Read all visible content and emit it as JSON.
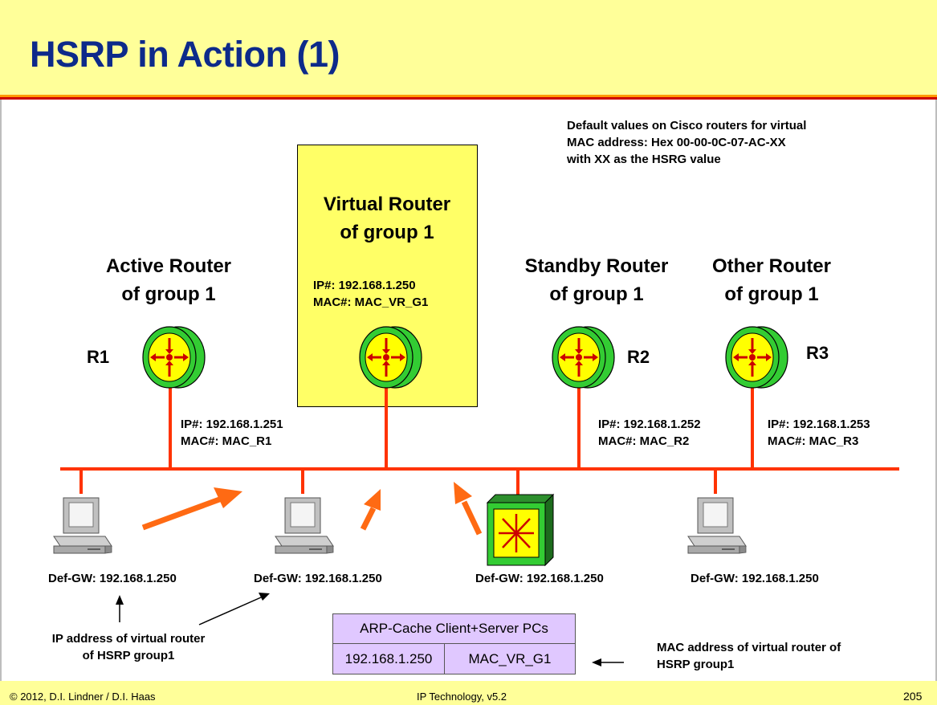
{
  "slide": {
    "title": "HSRP in Action (1)"
  },
  "routers": {
    "active": {
      "heading": [
        "Active Router",
        "of group 1"
      ],
      "name": "R1",
      "ip": "IP#: 192.168.1.251",
      "mac": "MAC#: MAC_R1"
    },
    "virtual": {
      "heading": [
        "Virtual Router",
        "of group 1"
      ],
      "ip": "IP#: 192.168.1.250",
      "mac": "MAC#: MAC_VR_G1"
    },
    "standby": {
      "heading": [
        "Standby Router",
        "of group 1"
      ],
      "name": "R2",
      "ip": "IP#: 192.168.1.252",
      "mac": "MAC#: MAC_R2"
    },
    "other": {
      "heading": [
        "Other Router",
        "of group 1"
      ],
      "name": "R3",
      "ip": "IP#: 192.168.1.253",
      "mac": "MAC#: MAC_R3"
    }
  },
  "note_default_mac": [
    "Default values on Cisco routers for virtual",
    "MAC address: Hex 00-00-0C-07-AC-XX",
    "with XX as the HSRG value"
  ],
  "hosts": [
    {
      "gateway": "Def-GW: 192.168.1.250",
      "kind": "pc"
    },
    {
      "gateway": "Def-GW: 192.168.1.250",
      "kind": "pc"
    },
    {
      "gateway": "Def-GW: 192.168.1.250",
      "kind": "server"
    },
    {
      "gateway": "Def-GW: 192.168.1.250",
      "kind": "pc"
    }
  ],
  "note_ip_virtual": [
    "IP address of virtual router",
    "of HSRP group1"
  ],
  "note_mac_virtual": [
    "MAC address of virtual router of",
    "HSRP group1"
  ],
  "arp_cache": {
    "header": "ARP-Cache Client+Server PCs",
    "ip": "192.168.1.250",
    "mac": "MAC_VR_G1"
  },
  "footer": {
    "copyright": "© 2012, D.I. Lindner / D.I. Haas",
    "course": "IP Technology, v5.2",
    "page": "205"
  },
  "colors": {
    "header_bg": "#ffff99",
    "title": "#0d2a8a",
    "bus": "#ff3300",
    "arrow": "#ff6a13",
    "router_green": "#33cc33",
    "router_yellow": "#ffff00",
    "vr_box": "#ffff66",
    "arp_bg": "#e0c8ff"
  },
  "icons": [
    "router-icon",
    "pc-icon",
    "server-icon"
  ]
}
